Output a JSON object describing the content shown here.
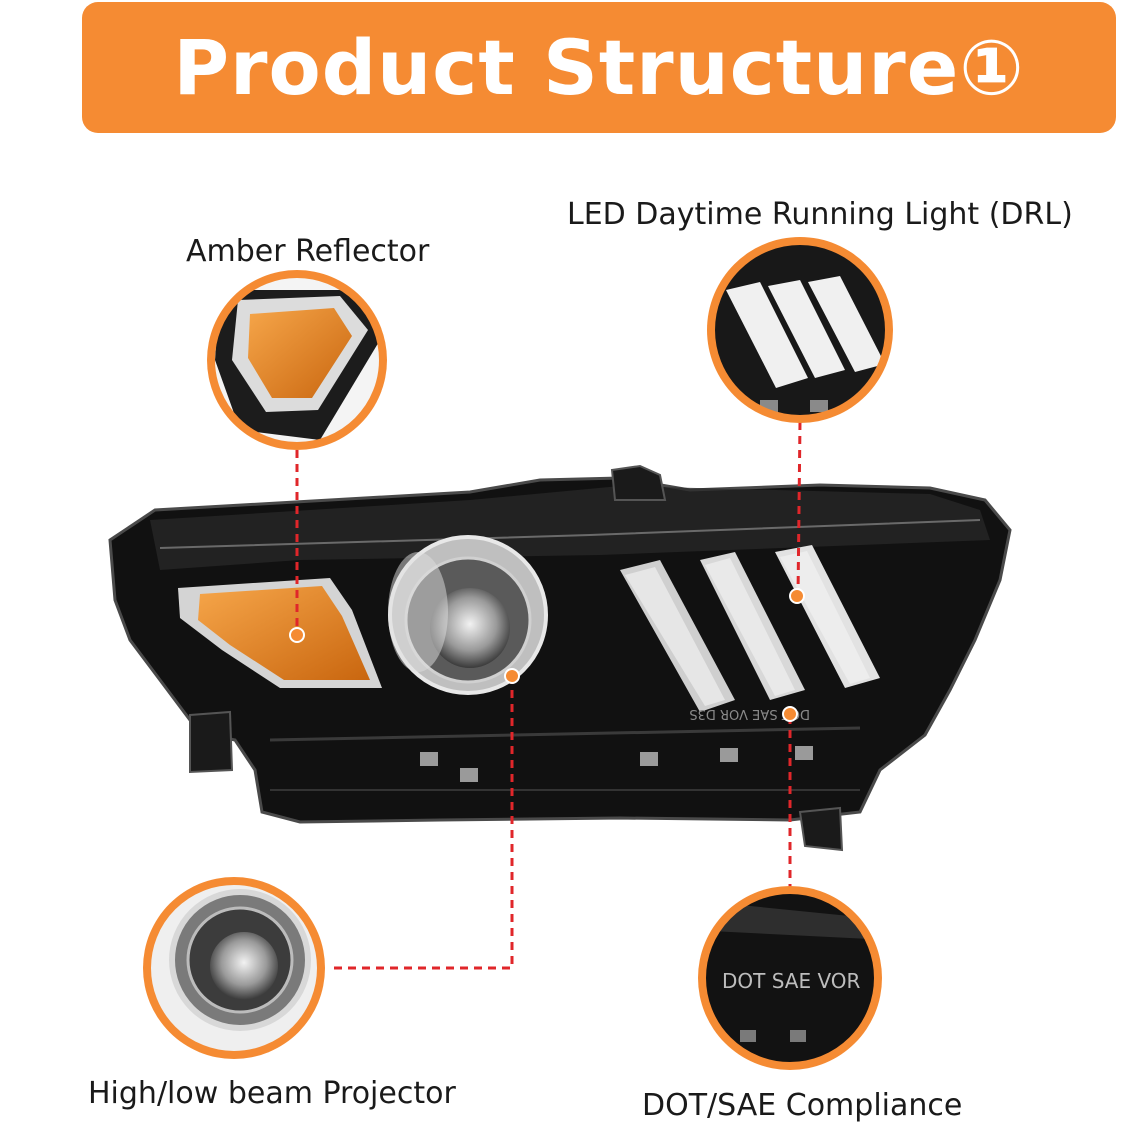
{
  "banner": {
    "title": "Product Structure①"
  },
  "callouts": {
    "amber_reflector": "Amber Reflector",
    "drl": "LED Daytime Running Light (DRL)",
    "projector": "High/low beam Projector",
    "dot_sae": "DOT/SAE Compliance"
  },
  "embossed": {
    "dot_text": "DOT SAE VOR"
  },
  "colors": {
    "accent": "#f58b33",
    "amber": "#e58a1e",
    "housing": "#111111",
    "dash": "#e0262a"
  }
}
